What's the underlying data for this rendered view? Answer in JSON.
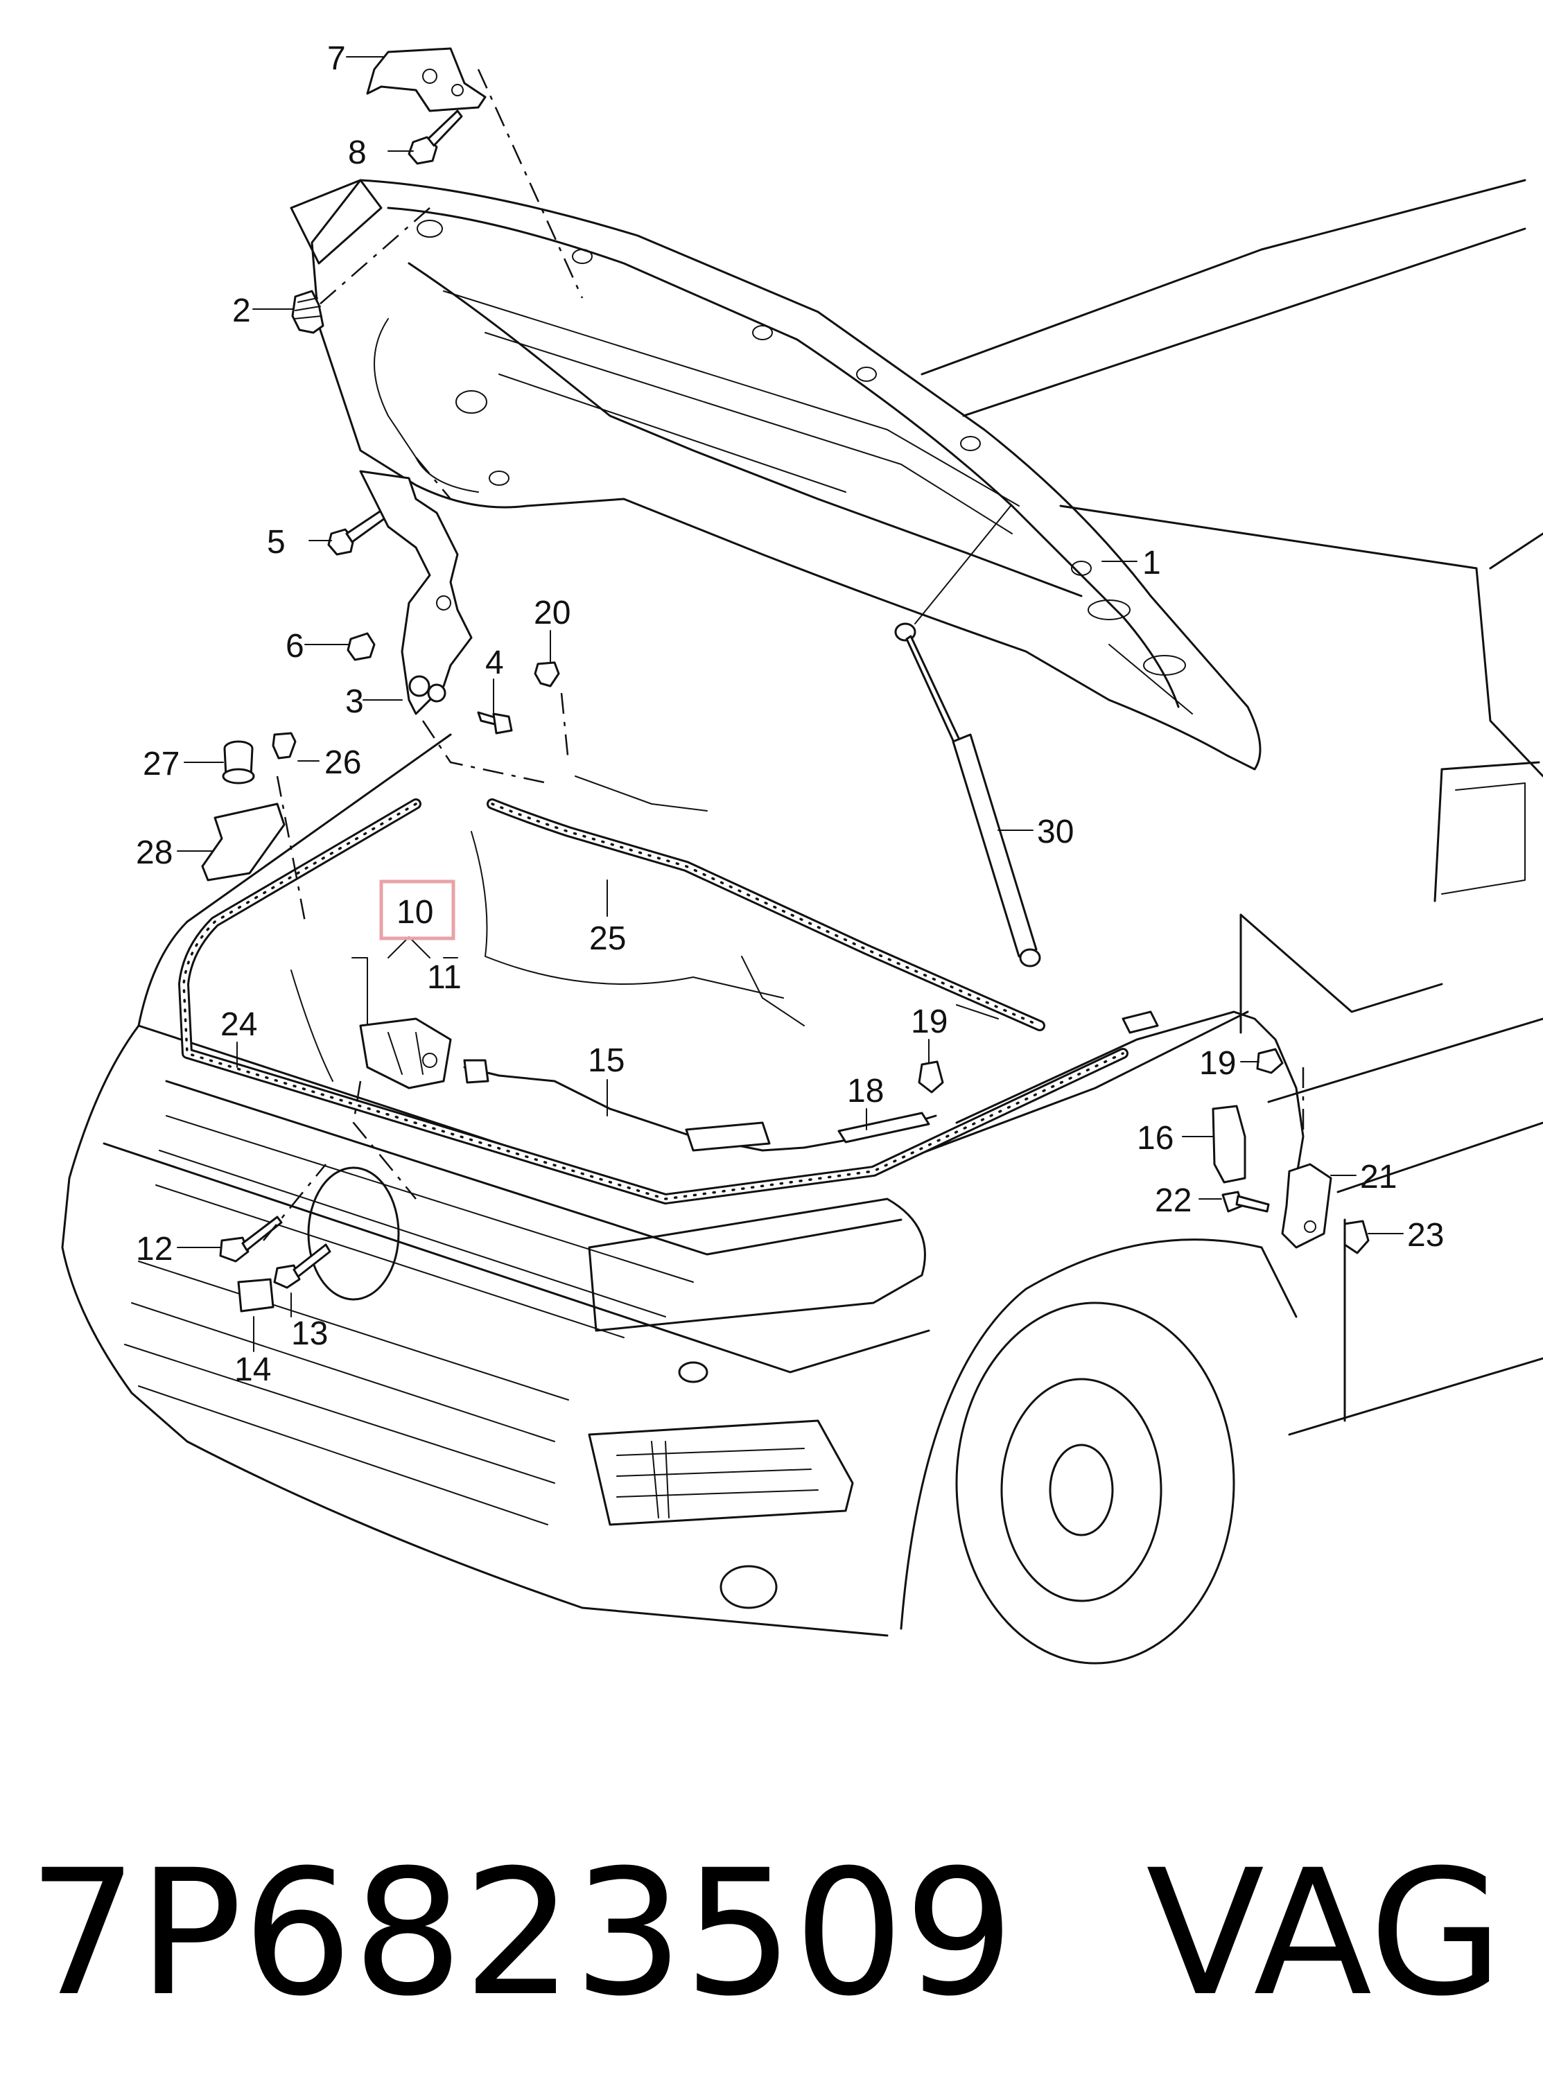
{
  "diagram": {
    "callouts": [
      {
        "id": "1",
        "label": "1"
      },
      {
        "id": "2",
        "label": "2"
      },
      {
        "id": "3",
        "label": "3"
      },
      {
        "id": "4",
        "label": "4"
      },
      {
        "id": "5",
        "label": "5"
      },
      {
        "id": "6",
        "label": "6"
      },
      {
        "id": "7",
        "label": "7"
      },
      {
        "id": "8",
        "label": "8"
      },
      {
        "id": "10",
        "label": "10",
        "highlighted": true
      },
      {
        "id": "11",
        "label": "11"
      },
      {
        "id": "12",
        "label": "12"
      },
      {
        "id": "13",
        "label": "13"
      },
      {
        "id": "14",
        "label": "14"
      },
      {
        "id": "15",
        "label": "15"
      },
      {
        "id": "16",
        "label": "16"
      },
      {
        "id": "18",
        "label": "18"
      },
      {
        "id": "19a",
        "label": "19"
      },
      {
        "id": "19b",
        "label": "19"
      },
      {
        "id": "20",
        "label": "20"
      },
      {
        "id": "21",
        "label": "21"
      },
      {
        "id": "22",
        "label": "22"
      },
      {
        "id": "23",
        "label": "23"
      },
      {
        "id": "24",
        "label": "24"
      },
      {
        "id": "25",
        "label": "25"
      },
      {
        "id": "26",
        "label": "26"
      },
      {
        "id": "27",
        "label": "27"
      },
      {
        "id": "28",
        "label": "28"
      },
      {
        "id": "30",
        "label": "30"
      }
    ],
    "highlight_color": "#e8a3a8"
  },
  "footer": {
    "part_number": "7P6823509",
    "brand": "VAG"
  }
}
